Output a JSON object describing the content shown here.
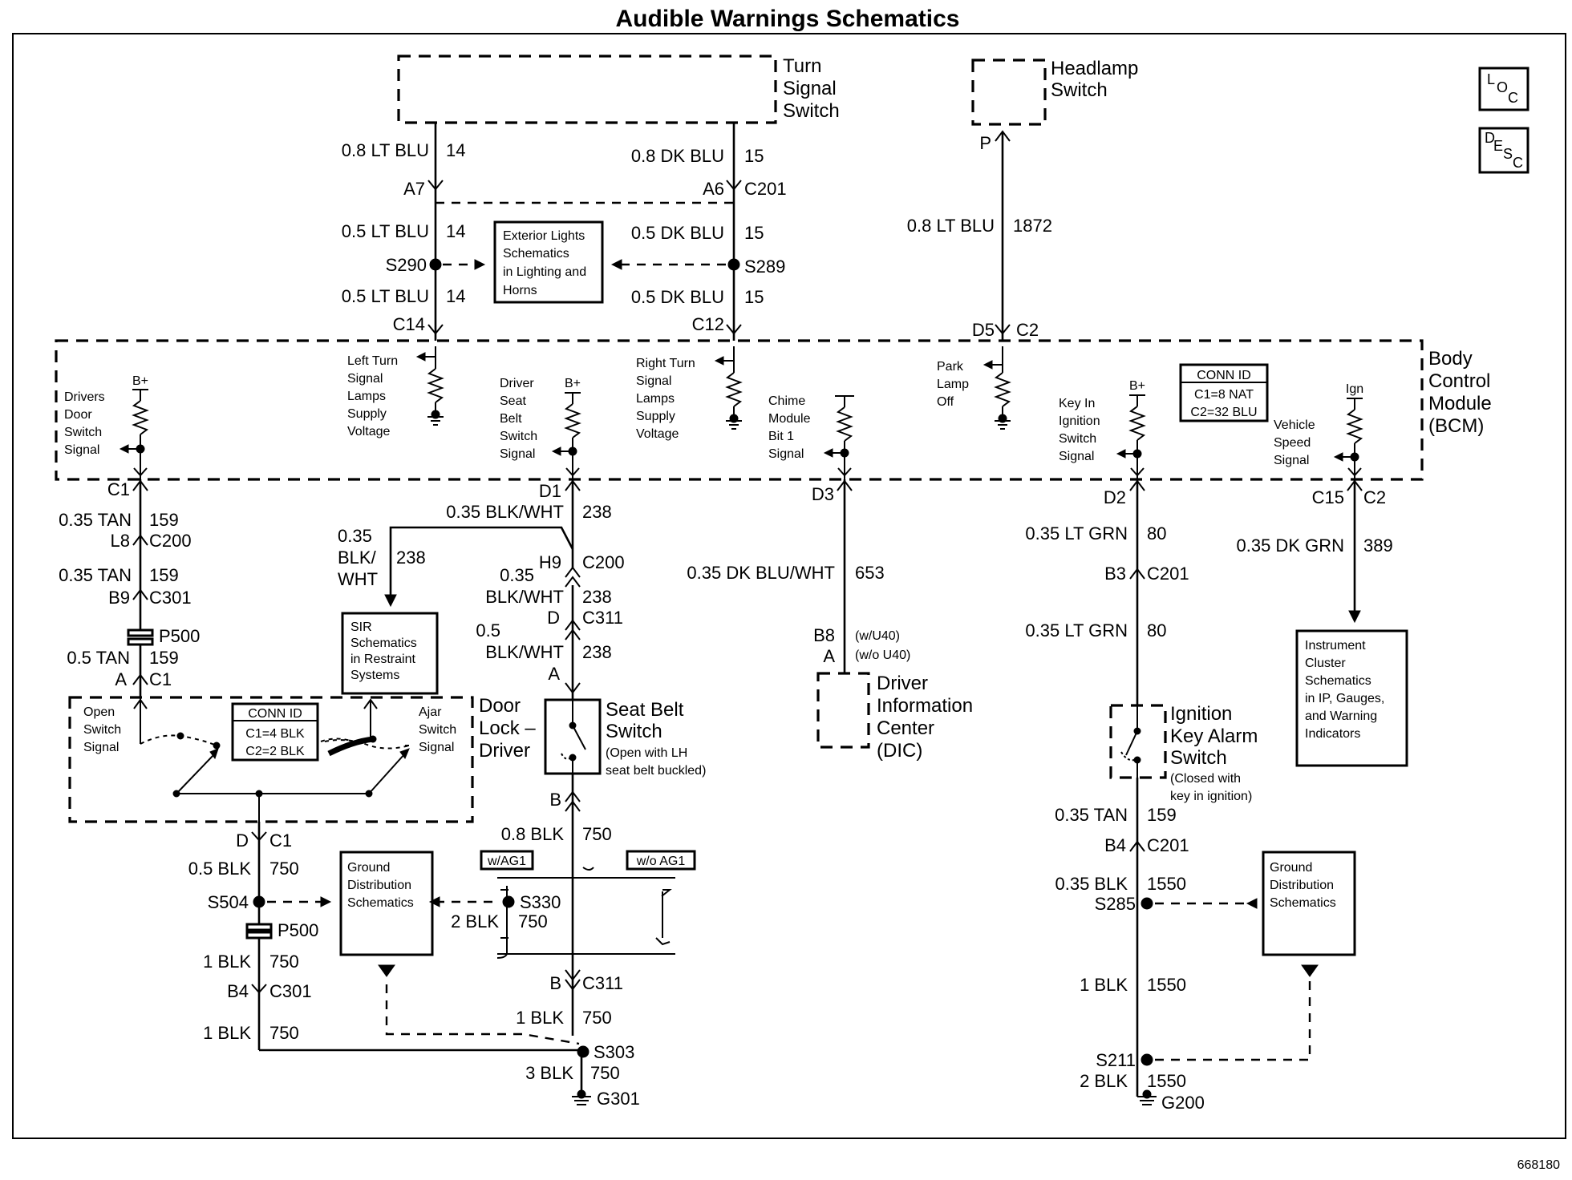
{
  "title": "Audible Warnings Schematics",
  "doc_number": "668180",
  "loc_icon": {
    "a": "L",
    "b": "O",
    "c": "C"
  },
  "desc_icon": {
    "a": "D",
    "b": "E",
    "c": "S",
    "d": "C"
  },
  "components": {
    "turn_signal_switch": [
      "Turn",
      "Signal",
      "Switch"
    ],
    "headlamp_switch": [
      "Headlamp",
      "Switch"
    ],
    "bcm": [
      "Body",
      "Control",
      "Module",
      "(BCM)"
    ],
    "bcm_conn_id": [
      "CONN ID",
      "C1=8 NAT",
      "C2=32 BLU"
    ],
    "door_lock_driver": [
      "Door",
      "Lock –",
      "Driver"
    ],
    "door_conn_id": [
      "CONN ID",
      "C1=4 BLK",
      "C2=2 BLK"
    ],
    "seat_belt_switch": [
      "Seat Belt",
      "Switch"
    ],
    "seat_belt_note": [
      "(Open with LH",
      "seat belt buckled)"
    ],
    "dic": [
      "Driver",
      "Information",
      "Center",
      "(DIC)"
    ],
    "ignition_key_alarm": [
      "Ignition",
      "Key Alarm",
      "Switch"
    ],
    "ignition_key_note": [
      "(Closed with",
      "key in ignition)"
    ]
  },
  "ref_boxes": {
    "exterior_lights": [
      "Exterior Lights",
      "Schematics",
      "in Lighting and",
      "Horns"
    ],
    "sir": [
      "SIR",
      "Schematics",
      "in Restraint",
      "Systems"
    ],
    "instrument_cluster": [
      "Instrument",
      "Cluster",
      "Schematics",
      "in IP, Gauges,",
      "and  Warning",
      "Indicators"
    ],
    "ground_left": [
      "Ground",
      "Distribution",
      "Schematics"
    ],
    "ground_right": [
      "Ground",
      "Distribution",
      "Schematics"
    ]
  },
  "bcm_inputs": {
    "left_turn": [
      "Left Turn",
      "Signal",
      "Lamps",
      "Supply",
      "Voltage"
    ],
    "drivers_door": [
      "Drivers",
      "Door",
      "Switch",
      "Signal"
    ],
    "driver_seat_belt": [
      "Driver",
      "Seat",
      "Belt",
      "Switch",
      "Signal"
    ],
    "right_turn": [
      "Right Turn",
      "Signal",
      "Lamps",
      "Supply",
      "Voltage"
    ],
    "chime_module": [
      "Chime",
      "Module",
      "Bit 1",
      "Signal"
    ],
    "park_lamp": [
      "Park",
      "Lamp",
      "Off"
    ],
    "key_in_ignition": [
      "Key In",
      "Ignition",
      "Switch",
      "Signal"
    ],
    "vehicle_speed": [
      "Vehicle",
      "Speed",
      "Signal"
    ],
    "b_plus": "B+",
    "ign": "Ign"
  },
  "door_switch": {
    "open": [
      "Open",
      "Switch",
      "Signal"
    ],
    "ajar": [
      "Ajar",
      "Switch",
      "Signal"
    ]
  },
  "options": {
    "w_ag1": "w/AG1",
    "wo_ag1": "w/o AG1",
    "w_u40": "(w/U40)",
    "wo_u40": "(w/o U40)"
  },
  "wires": {
    "lt_blu_08": "0.8 LT BLU",
    "c14_num": "14",
    "dk_blu_08": "0.8 DK BLU",
    "c15_num": "15",
    "lt_blu_05a": "0.5 LT BLU",
    "lt_blu_05b": "0.5 LT BLU",
    "dk_blu_05a": "0.5 DK BLU",
    "dk_blu_05b": "0.5 DK BLU",
    "headlamp_wire": "0.8 LT BLU",
    "headlamp_num": "1872",
    "tan_a": "0.35 TAN",
    "tan_b": "0.35 TAN",
    "tan_05": "0.5 TAN",
    "tan_num": "159",
    "blkwht_h": "0.35 BLK/WHT",
    "blkwht_num": "238",
    "sir_wire": [
      "0.35",
      "BLK/",
      "WHT"
    ],
    "blkwht_b": [
      "0.35",
      "BLK/WHT"
    ],
    "blkwht_c": [
      "0.5",
      "BLK/WHT"
    ],
    "dkbluwht": "0.35 DK BLU/WHT",
    "dkbluwht_num": "653",
    "ltgrn_a": "0.35 LT GRN",
    "ltgrn_b": "0.35 LT GRN",
    "ltgrn_num": "80",
    "dkgrn": "0.35 DK GRN",
    "dkgrn_num": "389",
    "blk_08": "0.8 BLK",
    "blk_05": "0.5 BLK",
    "blk_1": "1 BLK",
    "blk_2": "2 BLK",
    "blk_3": "3 BLK",
    "blk_num": "750",
    "tan_right": "0.35 TAN",
    "blk_035": "0.35 BLK",
    "blk_num_r": "1550",
    "blk_1_r": "1 BLK",
    "blk_2_r": "2 BLK"
  },
  "connectors": {
    "a7": "A7",
    "a6": "A6",
    "c201": "C201",
    "c14": "C14",
    "c12": "C12",
    "d5": "D5",
    "c2": "C2",
    "p": "P",
    "c1": "C1",
    "l8": "L8",
    "c200": "C200",
    "b9": "B9",
    "c301": "C301",
    "p500": "P500",
    "a": "A",
    "d1": "D1",
    "h9": "H9",
    "d": "D",
    "c311": "C311",
    "d3": "D3",
    "b8": "B8",
    "d2": "D2",
    "b3": "B3",
    "c15": "C15",
    "b": "B",
    "b4": "B4"
  },
  "splices": {
    "s290": "S290",
    "s289": "S289",
    "s504": "S504",
    "s330": "S330",
    "s303": "S303",
    "s285": "S285",
    "s211": "S211"
  },
  "grounds": {
    "g301": "G301",
    "g200": "G200"
  }
}
